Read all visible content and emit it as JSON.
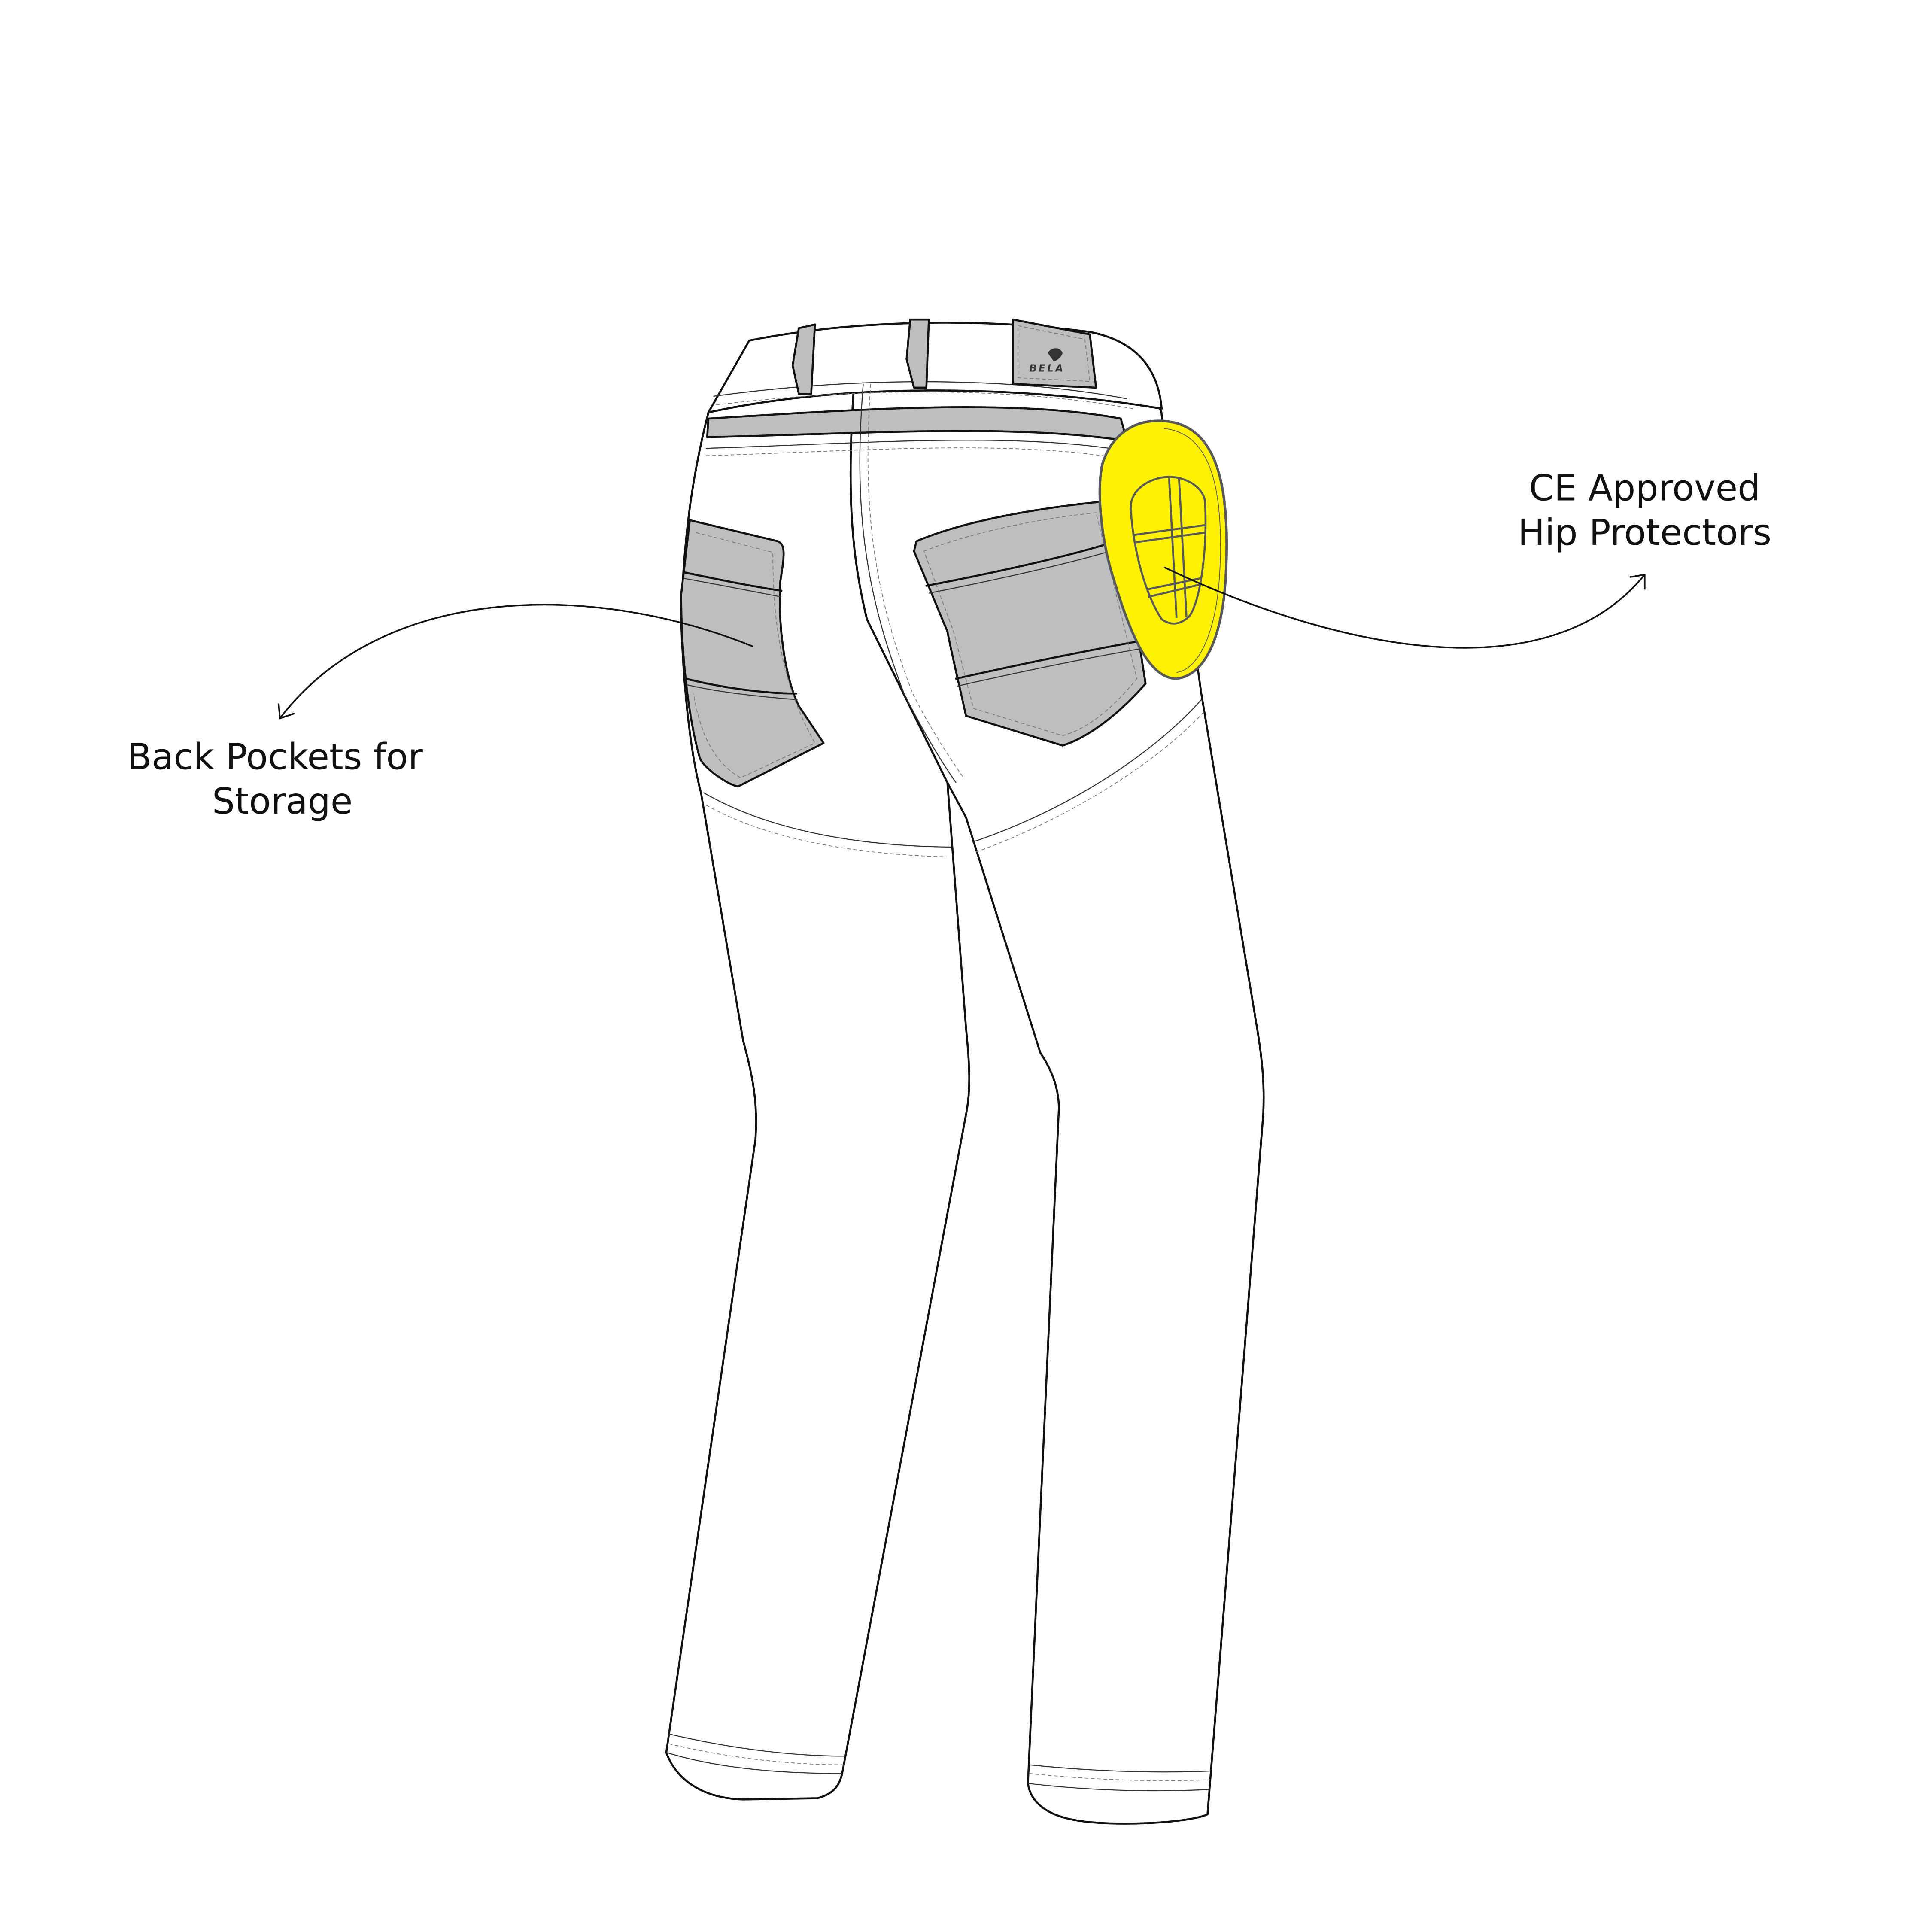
{
  "callouts": {
    "pockets": {
      "line1": "Back Pockets for",
      "line2": "Storage"
    },
    "hip": {
      "line1": "CE Approved",
      "line2": "Hip Protectors"
    }
  },
  "logo": {
    "text": "BELA"
  },
  "colors": {
    "protector": "#fff200",
    "protector_outline": "#58595b",
    "panel": "#bcbec0",
    "outline": "#111111"
  }
}
